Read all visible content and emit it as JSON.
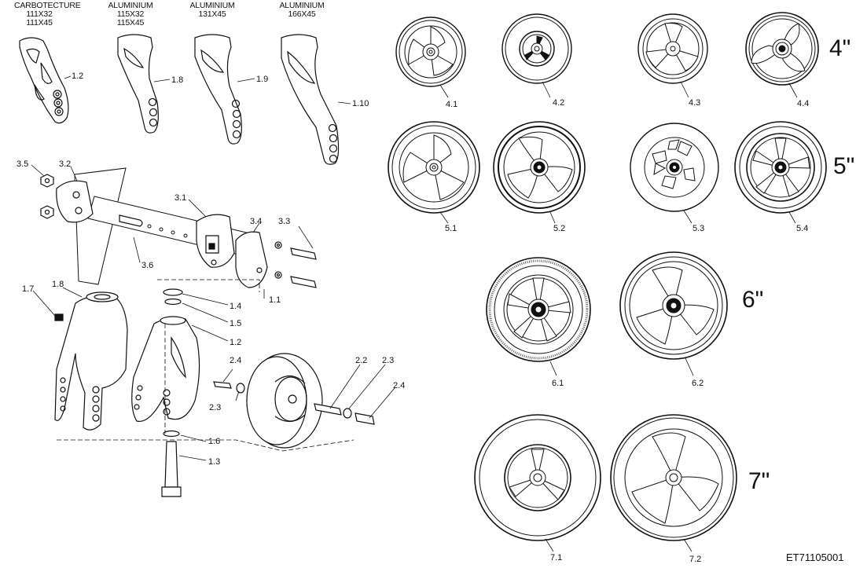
{
  "headers": [
    {
      "material": "CARBOTECTURE",
      "sizes": [
        "111X32",
        "111X45"
      ]
    },
    {
      "material": "ALUMINIUM",
      "sizes": [
        "115X32",
        "115X45"
      ]
    },
    {
      "material": "ALUMINIUM",
      "sizes": [
        "131X45"
      ]
    },
    {
      "material": "ALUMINIUM",
      "sizes": [
        "166X45"
      ]
    }
  ],
  "fork_labels": [
    "1.2",
    "1.8",
    "1.9",
    "1.10"
  ],
  "assembly_labels": [
    "3.5",
    "3.2",
    "3.1",
    "3.4",
    "3.3",
    "3.6",
    "1.1",
    "1.7",
    "1.8",
    "1.4",
    "1.5",
    "1.2",
    "2.4",
    "2.2",
    "2.3",
    "2.3",
    "2.4",
    "1.6",
    "1.3"
  ],
  "wheel_labels": [
    "4.1",
    "4.2",
    "4.3",
    "4.4",
    "5.1",
    "5.2",
    "5.3",
    "5.4",
    "6.1",
    "6.2",
    "7.1",
    "7.2"
  ],
  "size_labels": [
    "4\"",
    "5\"",
    "6\"",
    "7\""
  ],
  "doc_code": "ET71105001"
}
